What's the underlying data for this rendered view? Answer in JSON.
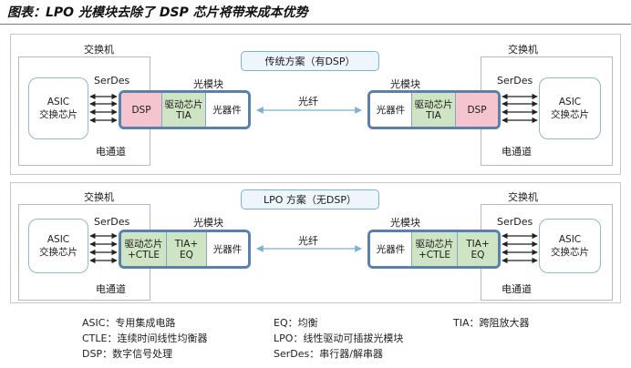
{
  "title": "图表：LPO 光模块去除了 DSP 芯片将带来成本优势",
  "sections": [
    {
      "banner": "传统方案（有DSP）",
      "left": {
        "switch_label": "交换机",
        "asic_line1": "ASIC",
        "asic_line2": "交换芯片",
        "serdes_label": "SerDes",
        "channel_label": "电通道",
        "module_label": "光模块",
        "cells": [
          {
            "text": "DSP",
            "color": "pink"
          },
          {
            "text": "驱动芯片 TIA",
            "color": "green"
          },
          {
            "text": "光器件",
            "color": "white"
          }
        ]
      },
      "fiber_label": "光纤",
      "right": {
        "switch_label": "交换机",
        "asic_line1": "ASIC",
        "asic_line2": "交换芯片",
        "serdes_label": "SerDes",
        "channel_label": "电通道",
        "module_label": "光模块",
        "cells": [
          {
            "text": "光器件",
            "color": "white"
          },
          {
            "text": "驱动芯片 TIA",
            "color": "green"
          },
          {
            "text": "DSP",
            "color": "pink"
          }
        ]
      }
    },
    {
      "banner": "LPO 方案（无DSP）",
      "left": {
        "switch_label": "交换机",
        "asic_line1": "ASIC",
        "asic_line2": "交换芯片",
        "serdes_label": "SerDes",
        "channel_label": "电通道",
        "module_label": "光模块",
        "cells": [
          {
            "text": "驱动芯片 +CTLE",
            "color": "green"
          },
          {
            "text": "TIA+ EQ",
            "color": "green"
          },
          {
            "text": "光器件",
            "color": "white"
          }
        ]
      },
      "fiber_label": "光纤",
      "right": {
        "switch_label": "交换机",
        "asic_line1": "ASIC",
        "asic_line2": "交换芯片",
        "serdes_label": "SerDes",
        "channel_label": "电通道",
        "module_label": "光模块",
        "cells": [
          {
            "text": "光器件",
            "color": "white"
          },
          {
            "text": "驱动芯片 +CTLE",
            "color": "green"
          },
          {
            "text": "TIA+ EQ",
            "color": "green"
          }
        ]
      }
    }
  ],
  "legend": [
    "ASIC：专用集成电路",
    "CTLE：连续时间线性均衡器",
    "DSP：数字信号处理",
    "EQ：均衡",
    "LPO：线性驱动可插拔光模块",
    "SerDes：串行器/解串器",
    "TIA：跨阻放大器"
  ],
  "colors": {
    "pink": "#f4c5cf",
    "green": "#cfe4c2",
    "module_border": "#5b7fae",
    "banner_border": "#7bb1d3"
  }
}
